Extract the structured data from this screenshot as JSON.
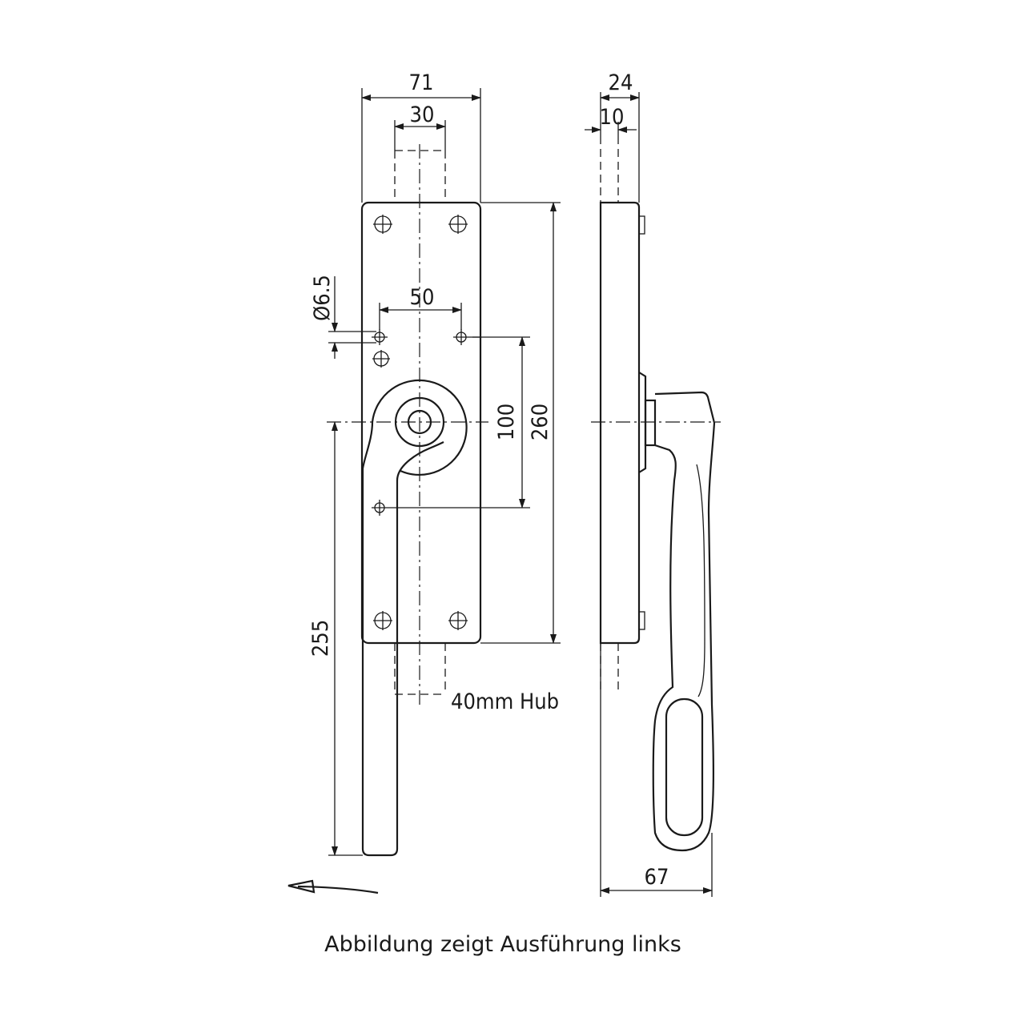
{
  "caption": "Abbildung zeigt Ausführung links",
  "dimensions": {
    "width_total": "71",
    "width_rods": "30",
    "hole_spacing": "50",
    "hole_diameter": "Ø6.5",
    "hole_vertical": "100",
    "plate_height": "260",
    "handle_length": "255",
    "stroke": "40mm Hub",
    "side_depth": "24",
    "side_rod": "10",
    "side_handle_depth": "67"
  },
  "colors": {
    "line": "#1a1a1a",
    "background": "#ffffff"
  }
}
